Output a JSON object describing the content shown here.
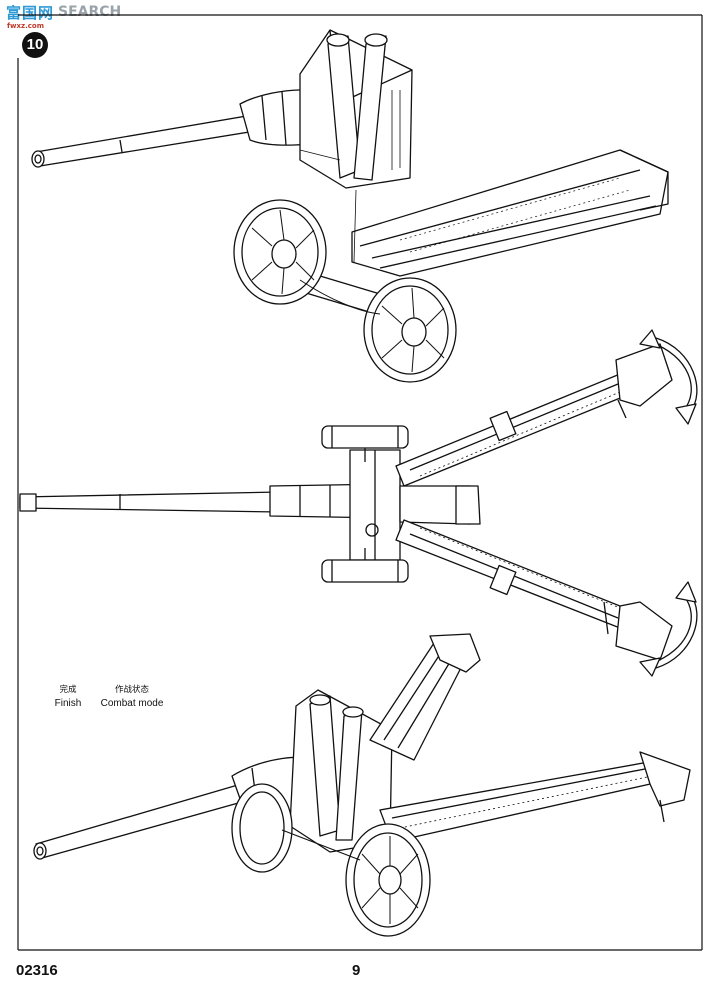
{
  "watermark": {
    "cn": "富国网",
    "en": "SEARCH",
    "sub": "fwxz.com"
  },
  "step": {
    "number": "10"
  },
  "captions": [
    {
      "cn": "完成",
      "en": "Finish"
    },
    {
      "cn": "作战状态",
      "en": "Combat mode"
    }
  ],
  "footer": {
    "code": "02316",
    "page": "9"
  },
  "colors": {
    "ink": "#111111",
    "paper": "#ffffff",
    "badge": "#111111",
    "watermark": "#2f9ad6"
  }
}
